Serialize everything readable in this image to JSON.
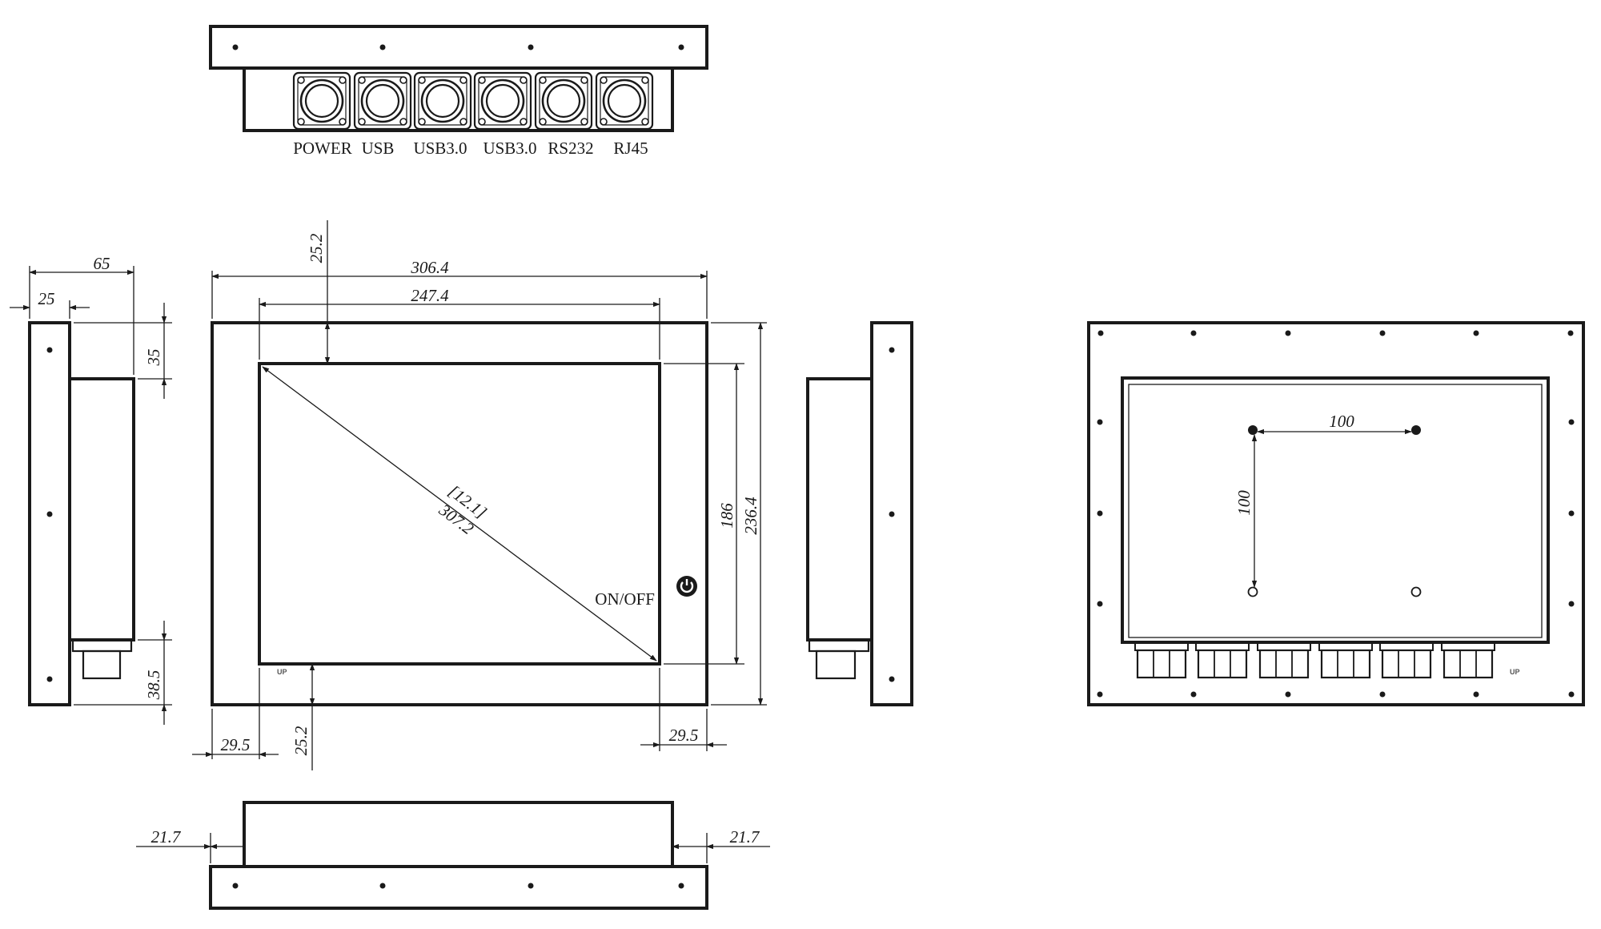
{
  "port_labels": [
    "POWER",
    "USB",
    "USB3.0",
    "USB3.0",
    "RS232",
    "RJ45"
  ],
  "dimensions": {
    "side_depth_total": "65",
    "side_depth_bezel": "25",
    "side_top_offset": "35",
    "side_bottom_offset": "38.5",
    "overall_width": "306.4",
    "screen_width": "247.4",
    "top_border": "25.2",
    "bottom_border": "25.2",
    "left_border": "29.5",
    "right_border": "29.5",
    "screen_height": "186",
    "overall_height": "236.4",
    "diagonal_inch": "[12.1]",
    "diagonal_mm": "307.2",
    "bottom_offset_left": "21.7",
    "bottom_offset_right": "21.7",
    "vesa_horizontal": "100",
    "vesa_vertical": "100"
  },
  "labels": {
    "power_switch": "ON/OFF",
    "up_marker_front": "UP",
    "up_marker_back": "UP"
  }
}
